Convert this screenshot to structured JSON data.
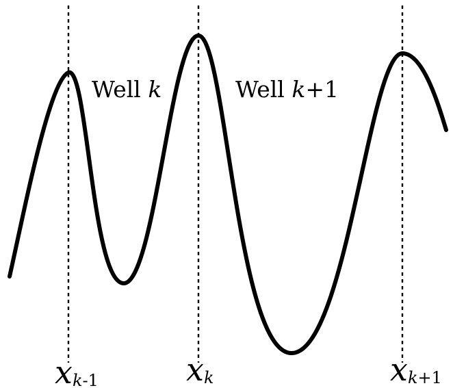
{
  "diagram": {
    "wells": [
      {
        "prefix": "Well ",
        "var": "k",
        "suffix": ""
      },
      {
        "prefix": "Well ",
        "var": "k",
        "suffix": "+1"
      }
    ],
    "axis_labels": [
      {
        "base": "x",
        "sub_var": "k",
        "sub_suffix": "-1"
      },
      {
        "base": "x",
        "sub_var": "k",
        "sub_suffix": ""
      },
      {
        "base": "x",
        "sub_var": "k",
        "sub_suffix": "+1"
      }
    ],
    "colors": {
      "stroke": "#000000",
      "background": "#ffffff"
    }
  }
}
